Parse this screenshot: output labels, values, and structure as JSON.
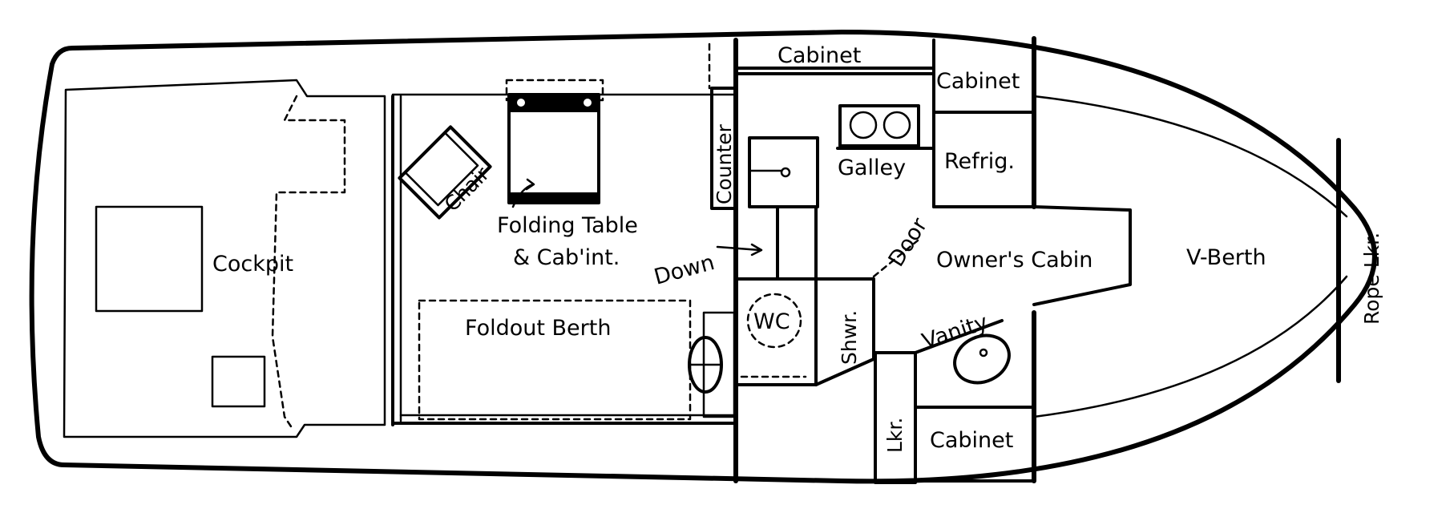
{
  "labels": {
    "cockpit": "Cockpit",
    "chair": "Chair",
    "folding_table_line1": "Folding Table",
    "folding_table_line2": "& Cab'int.",
    "foldout_berth": "Foldout Berth",
    "counter": "Counter",
    "cabinet_top": "Cabinet",
    "cabinet_fwd": "Cabinet",
    "galley": "Galley",
    "refrig": "Refrig.",
    "down": "Down",
    "wc": "WC",
    "shwr": "Shwr.",
    "door": "Door",
    "owners_cabin": "Owner's Cabin",
    "vanity": "Vanity",
    "lkr": "Lkr.",
    "cabinet_bottom": "Cabinet",
    "v_berth": "V-Berth",
    "rope_lkr": "Rope Lkr."
  }
}
